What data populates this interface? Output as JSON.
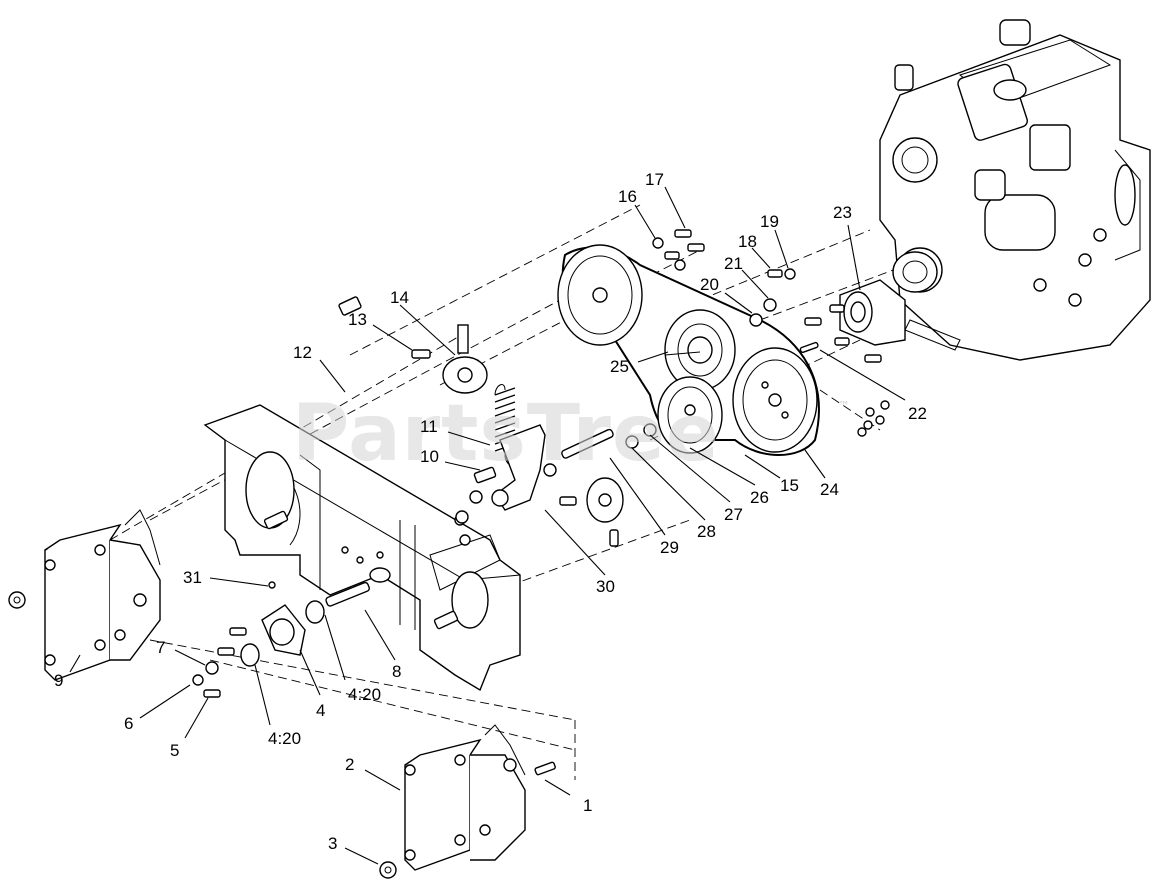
{
  "watermark": {
    "text": "PartsTree",
    "trademark": "™"
  },
  "callouts": [
    {
      "id": "c1",
      "text": "1"
    },
    {
      "id": "c2",
      "text": "2"
    },
    {
      "id": "c3",
      "text": "3"
    },
    {
      "id": "c4",
      "text": "4"
    },
    {
      "id": "c4b",
      "text": "4:20"
    },
    {
      "id": "c4c",
      "text": "4:20"
    },
    {
      "id": "c5",
      "text": "5"
    },
    {
      "id": "c6",
      "text": "6"
    },
    {
      "id": "c7",
      "text": "7"
    },
    {
      "id": "c8",
      "text": "8"
    },
    {
      "id": "c9",
      "text": "9"
    },
    {
      "id": "c10",
      "text": "10"
    },
    {
      "id": "c11",
      "text": "11"
    },
    {
      "id": "c12",
      "text": "12"
    },
    {
      "id": "c13",
      "text": "13"
    },
    {
      "id": "c14",
      "text": "14"
    },
    {
      "id": "c15",
      "text": "15"
    },
    {
      "id": "c16",
      "text": "16"
    },
    {
      "id": "c17",
      "text": "17"
    },
    {
      "id": "c18",
      "text": "18"
    },
    {
      "id": "c19",
      "text": "19"
    },
    {
      "id": "c20",
      "text": "20"
    },
    {
      "id": "c21",
      "text": "21"
    },
    {
      "id": "c22",
      "text": "22"
    },
    {
      "id": "c23",
      "text": "23"
    },
    {
      "id": "c24",
      "text": "24"
    },
    {
      "id": "c25",
      "text": "25"
    },
    {
      "id": "c26",
      "text": "26"
    },
    {
      "id": "c27",
      "text": "27"
    },
    {
      "id": "c28",
      "text": "28"
    },
    {
      "id": "c29",
      "text": "29"
    },
    {
      "id": "c30",
      "text": "30"
    },
    {
      "id": "c31",
      "text": "31"
    }
  ]
}
